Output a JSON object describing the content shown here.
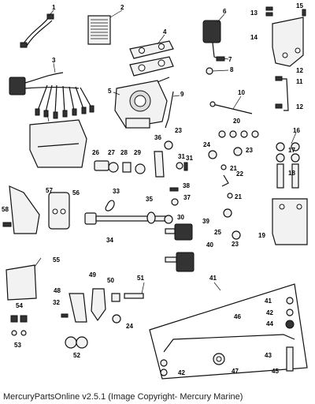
{
  "caption": "MercuryPartsOnline v2.5.1 (Image Copyright- Mercury Marine)",
  "callouts": [
    "1",
    "2",
    "3",
    "4",
    "5",
    "6",
    "7",
    "8",
    "9",
    "10",
    "11",
    "12",
    "12",
    "13",
    "14",
    "15",
    "16",
    "17",
    "18",
    "19",
    "20",
    "21",
    "21",
    "22",
    "23",
    "23",
    "23",
    "24",
    "24",
    "25",
    "26",
    "27",
    "28",
    "29",
    "30",
    "31",
    "31",
    "32",
    "33",
    "34",
    "35",
    "36",
    "37",
    "38",
    "39",
    "40",
    "41",
    "41",
    "42",
    "42",
    "43",
    "44",
    "45",
    "46",
    "47",
    "48",
    "49",
    "50",
    "51",
    "52",
    "53",
    "54",
    "55",
    "56",
    "57",
    "58"
  ]
}
